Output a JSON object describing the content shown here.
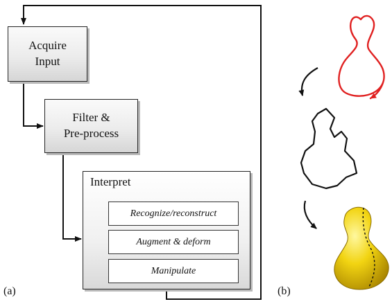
{
  "flowchart": {
    "acquire_label": "Acquire\nInput",
    "filter_label": "Filter &\nPre-process",
    "interpret_title": "Interpret",
    "sub_steps": [
      "Recognize/reconstruct",
      "Augment & deform",
      "Manipulate"
    ]
  },
  "captions": {
    "left": "(a)",
    "right": "(b)"
  },
  "colors": {
    "sketch_stroke": "#e02020",
    "shape_fill": "#f0d000",
    "line": "#111111"
  }
}
